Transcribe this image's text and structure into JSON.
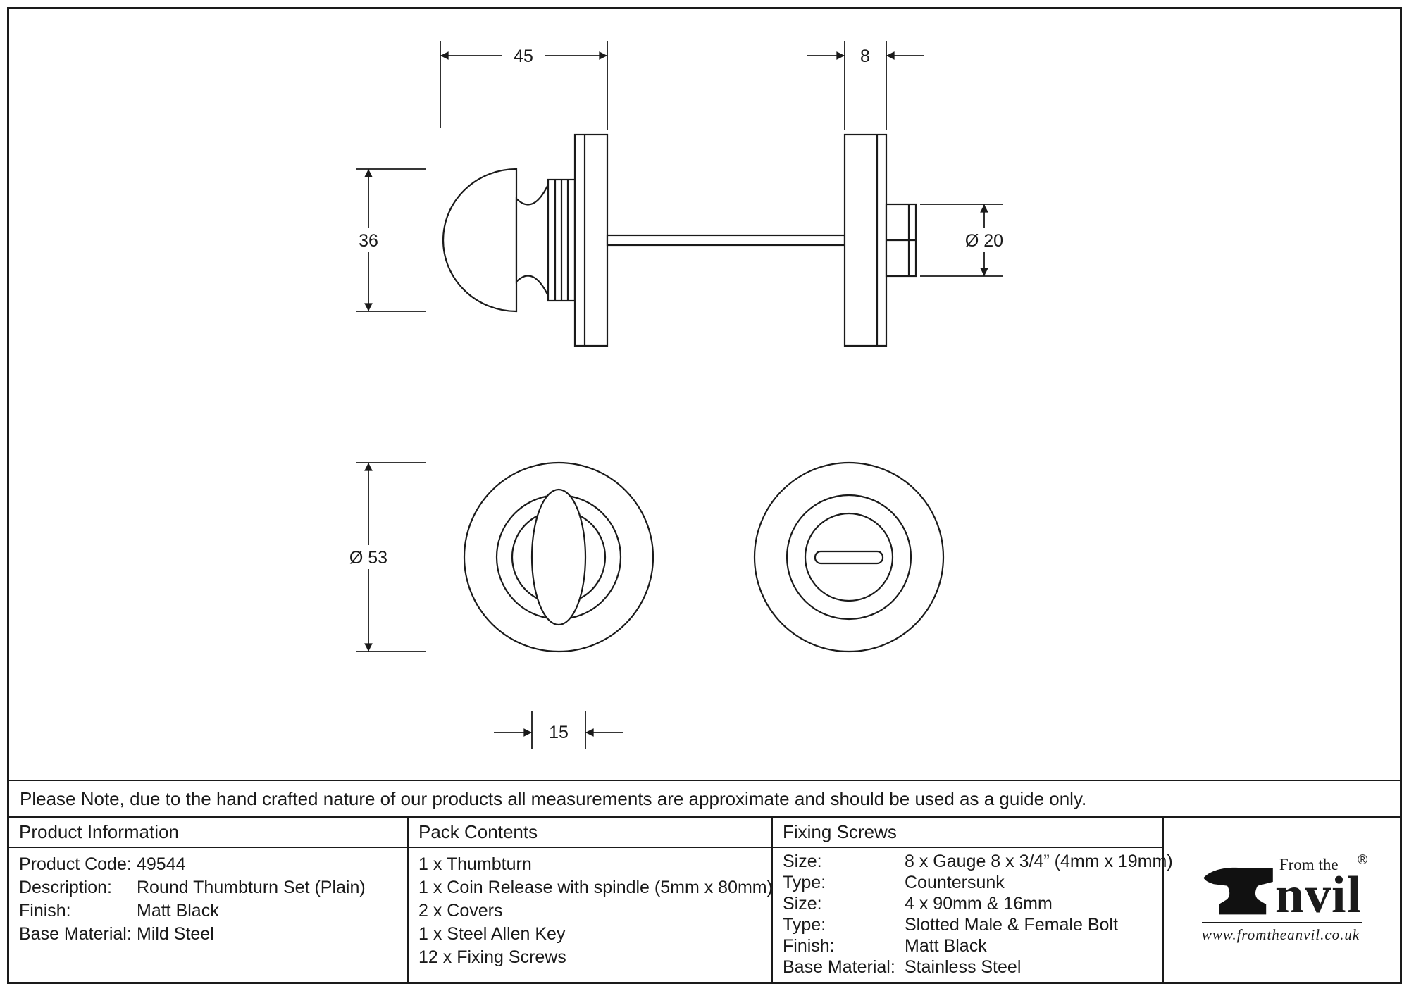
{
  "drawing": {
    "dims": {
      "knob_width": "45",
      "rose_depth": "8",
      "knob_height": "36",
      "release_diameter": "Ø 20",
      "rose_diameter": "Ø 53",
      "turn_width": "15"
    }
  },
  "note": "Please Note, due to the hand crafted nature of our products all measurements are approximate and should be used as a guide only.",
  "product_info": {
    "title": "Product Information",
    "rows": [
      {
        "label": "Product Code:",
        "value": "49544"
      },
      {
        "label": "Description:",
        "value": "Round Thumbturn Set (Plain)"
      },
      {
        "label": "Finish:",
        "value": "Matt Black"
      },
      {
        "label": "Base Material:",
        "value": "Mild Steel"
      }
    ]
  },
  "pack_contents": {
    "title": "Pack Contents",
    "items": [
      "1 x Thumbturn",
      "1 x Coin Release with spindle (5mm x 80mm)",
      "2 x Covers",
      "1 x Steel Allen Key",
      "12 x Fixing Screws"
    ]
  },
  "fixing_screws": {
    "title": "Fixing Screws",
    "rows": [
      {
        "label": "Size:",
        "value": "8 x Gauge 8 x 3/4” (4mm x 19mm)"
      },
      {
        "label": "Type:",
        "value": "Countersunk"
      },
      {
        "label": "Size:",
        "value": "4 x 90mm & 16mm"
      },
      {
        "label": "Type:",
        "value": "Slotted Male & Female Bolt"
      },
      {
        "label": "Finish:",
        "value": "Matt Black"
      },
      {
        "label": "Base Material:",
        "value": "Stainless Steel"
      }
    ]
  },
  "brand": {
    "tagline": "From the",
    "name": "Anvil",
    "name_display": "nvil",
    "registered": "®",
    "url": "www.fromtheanvil.co.uk"
  },
  "colors": {
    "ink": "#1a1a1a",
    "paper": "#ffffff"
  }
}
